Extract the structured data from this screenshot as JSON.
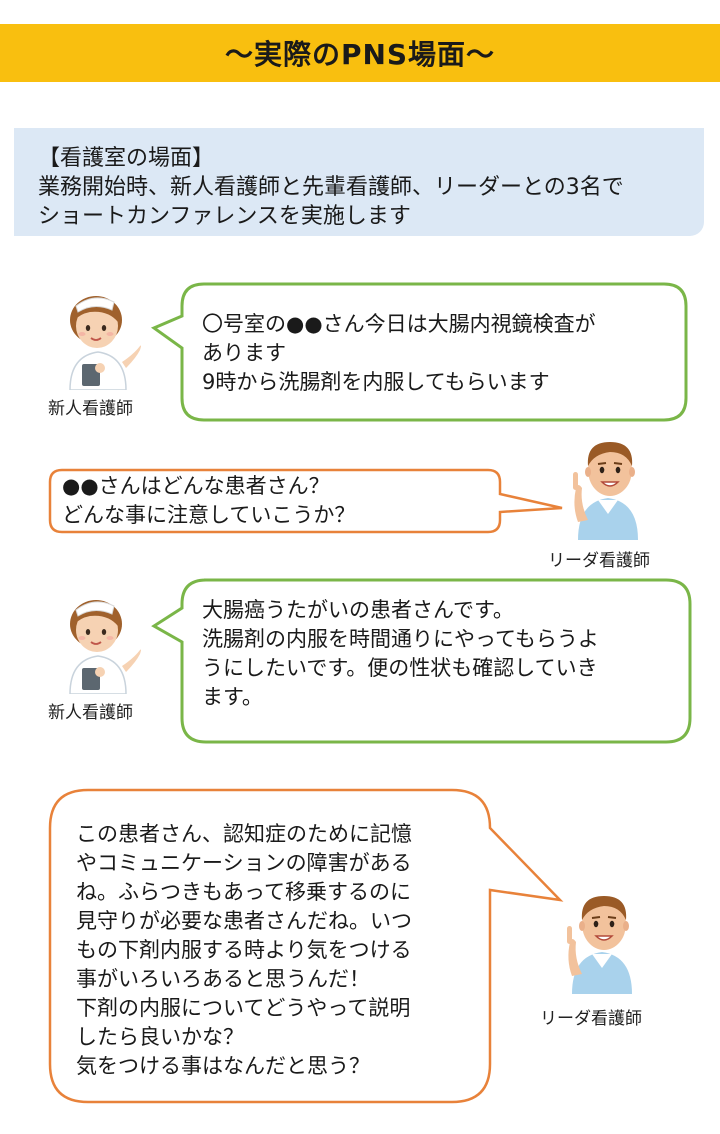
{
  "header": {
    "title": "〜実際のPNS場面〜"
  },
  "scene": {
    "heading": "【看護室の場面】",
    "line1": "業務開始時、新人看護師と先輩看護師、リーダーとの3名で",
    "line2": "ショートカンファレンスを実施します"
  },
  "dialogue": [
    {
      "speaker": "新人看護師",
      "lines": [
        "〇号室の●●さん今日は大腸内視鏡検査が",
        "あります",
        "9時から洗腸剤を内服してもらいます"
      ]
    },
    {
      "speaker": "リーダ看護師",
      "lines": [
        "●●さんはどんな患者さん？",
        "どんな事に注意していこうか？"
      ]
    },
    {
      "speaker": "新人看護師",
      "lines": [
        "大腸癌うたがいの患者さんです。",
        "洗腸剤の内服を時間通りにやってもらうよ",
        "うにしたいです。便の性状も確認していき",
        "ます。"
      ]
    },
    {
      "speaker": "リーダ看護師",
      "lines": [
        "この患者さん、認知症のために記憶",
        "やコミュニケーションの障害がある",
        "ね。ふらつきもあって移乗するのに",
        "見守りが必要な患者さんだね。いつ",
        "もの下剤内服する時より気をつける",
        "事がいろいろあると思うんだ！",
        "下剤の内服についてどうやって説明",
        "したら良いかな？",
        "気をつける事はなんだと思う？"
      ]
    }
  ],
  "colors": {
    "header_bg": "#f9bf0f",
    "scene_bg": "#dce8f5",
    "green_border": "#7ab648",
    "orange_border": "#e8823a"
  },
  "icons": {
    "novice_nurse": "female-nurse-icon",
    "leader_nurse": "male-nurse-icon"
  }
}
